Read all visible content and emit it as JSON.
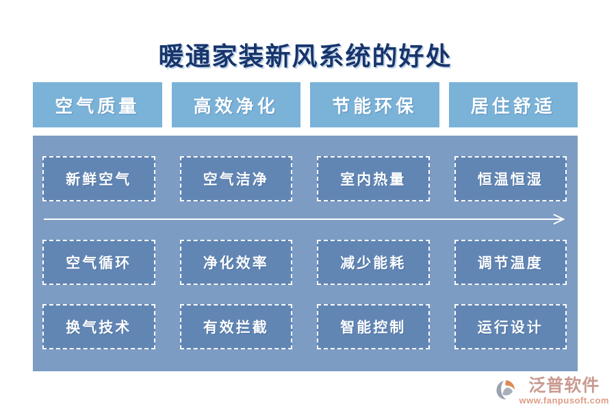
{
  "title": "暖通家装新风系统的好处",
  "headers": [
    {
      "label": "空气质量"
    },
    {
      "label": "高效净化"
    },
    {
      "label": "节能环保"
    },
    {
      "label": "居住舒适"
    }
  ],
  "grid": {
    "rows": [
      {
        "cells": [
          "新鲜空气",
          "空气洁净",
          "室内热量",
          "恒温恒湿"
        ]
      },
      {
        "cells": [
          "空气循环",
          "净化效率",
          "减少能耗",
          "调节温度"
        ]
      },
      {
        "cells": [
          "换气技术",
          "有效拦截",
          "智能控制",
          "运行设计"
        ]
      }
    ]
  },
  "columns_semantics": [
    {
      "header": "空气质量",
      "items": [
        "新鲜空气",
        "空气循环",
        "换气技术"
      ]
    },
    {
      "header": "高效净化",
      "items": [
        "空气洁净",
        "净化效率",
        "有效拦截"
      ]
    },
    {
      "header": "节能环保",
      "items": [
        "室内热量",
        "减少能耗",
        "智能控制"
      ]
    },
    {
      "header": "居住舒适",
      "items": [
        "恒温恒湿",
        "调节温度",
        "运行设计"
      ]
    }
  ],
  "footer": {
    "brand": "泛普软件",
    "website": "www.fanpusoft.com"
  },
  "colors": {
    "title_navy": "#17356b",
    "header_blue": "#7ab2d8",
    "panel_blue": "#7d9cc3",
    "box_blue": "#6286b4",
    "box_border": "#ffffff",
    "arrow": "#ffffff",
    "brand_rose": "#c99a90",
    "brand_salmon": "#de9c85",
    "logo_orange": "#dd8a55",
    "logo_gray": "#9aa2ae"
  }
}
